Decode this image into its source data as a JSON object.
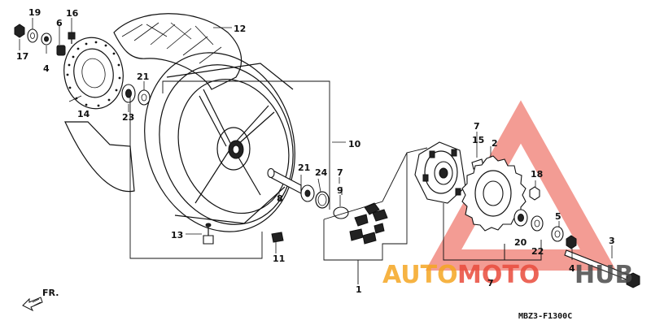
{
  "callouts": {
    "n1": "1",
    "n2": "2",
    "n3": "3",
    "n4a": "4",
    "n4b": "4",
    "n5": "5",
    "n6": "6",
    "n7a": "7",
    "n7b": "7",
    "n7c": "7",
    "n8": "8",
    "n9": "9",
    "n10": "10",
    "n11": "11",
    "n12": "12",
    "n13": "13",
    "n14": "14",
    "n15": "15",
    "n16": "16",
    "n17": "17",
    "n18": "18",
    "n19": "19",
    "n20": "20",
    "n21a": "21",
    "n21b": "21",
    "n22": "22",
    "n23": "23",
    "n24": "24"
  },
  "front_label": "FR.",
  "diagram_code": "MBZ3-F1300C",
  "watermark": {
    "part1": "AUTO",
    "part2": "MOTO",
    "part3": "HUB",
    "color_orange": "#f5a623",
    "color_red": "#e94b3c",
    "color_dark": "#4a4a4a"
  }
}
